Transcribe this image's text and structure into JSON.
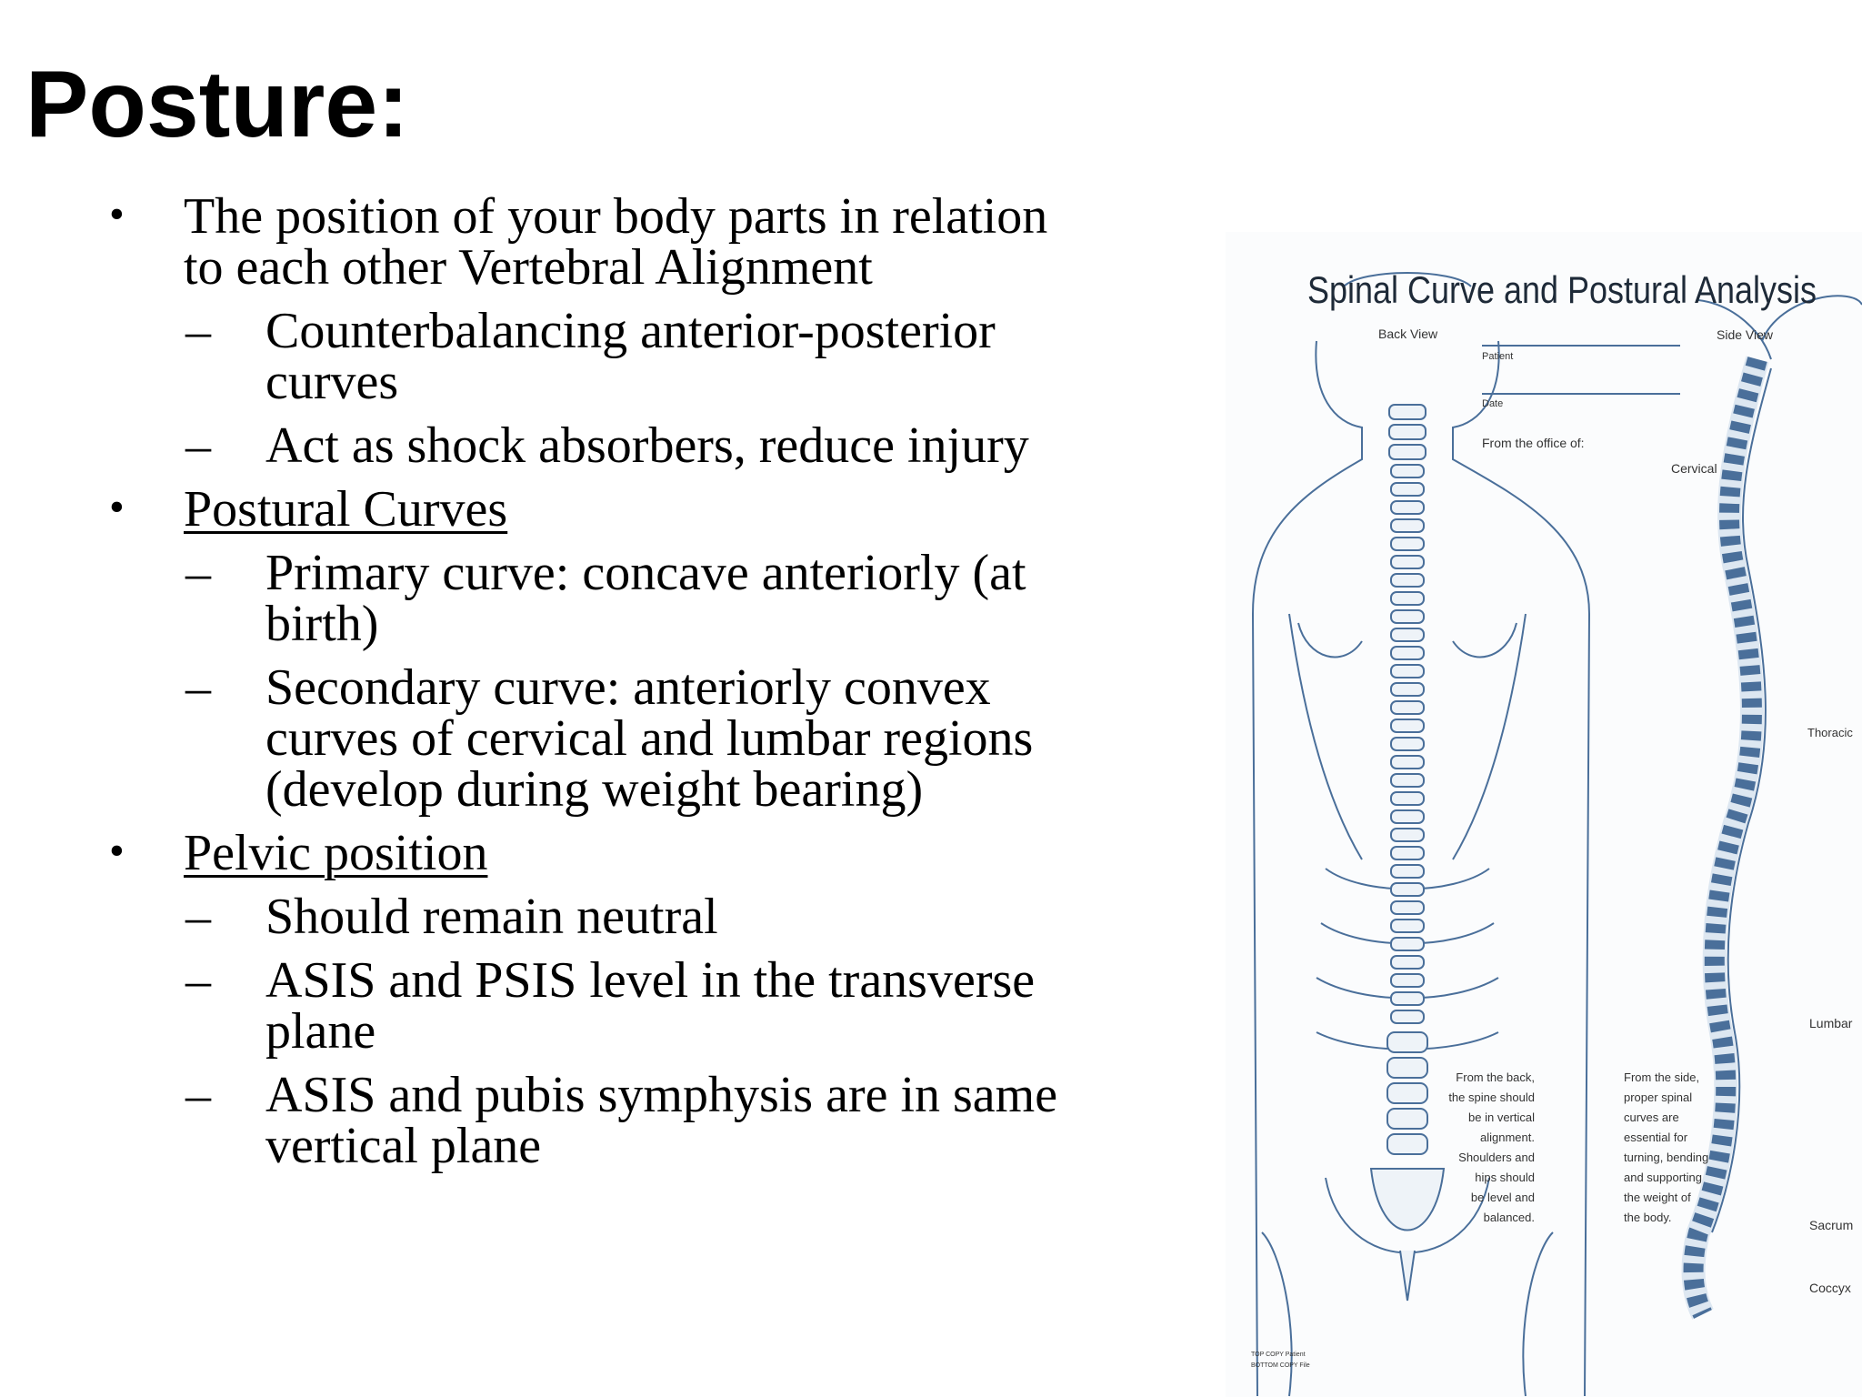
{
  "slide": {
    "title": "Posture:",
    "bullets": [
      {
        "text": "The position of your body parts in relation to each other Vertebral Alignment",
        "underline": false,
        "subs": [
          "Counterbalancing anterior-posterior curves",
          "Act as shock absorbers, reduce injury"
        ]
      },
      {
        "text": "Postural Curves",
        "underline": true,
        "subs": [
          "Primary curve: concave anteriorly (at birth)",
          "Secondary curve:  anteriorly convex curves of cervical and lumbar regions (develop during weight bearing)"
        ]
      },
      {
        "text": "Pelvic position",
        "underline": true,
        "subs": [
          "Should remain neutral",
          "ASIS and PSIS level in the transverse plane",
          "ASIS and pubis symphysis are in same vertical plane"
        ]
      }
    ],
    "bullet_glyph": "•",
    "dash_glyph": "–"
  },
  "figure": {
    "title": "Spinal Curve and Postural Analysis",
    "back_view_label": "Back View",
    "side_view_label": "Side View",
    "patient_label": "Patient",
    "date_label": "Date",
    "office_label": "From the office of:",
    "region_cervical": "Cervical",
    "region_thoracic": "Thoracic",
    "region_lumbar": "Lumbar",
    "region_sacrum": "Sacrum",
    "region_coccyx": "Coccyx",
    "back_note": [
      "From the back,",
      "the spine should",
      "be in vertical",
      "alignment.",
      "Shoulders and",
      "hips should",
      "be level and",
      "balanced."
    ],
    "side_note": [
      "From the side,",
      "proper spinal",
      "curves are",
      "essential for",
      "turning, bending",
      "and supporting",
      "the weight of",
      "the body."
    ],
    "copy_note": [
      "TOP COPY Patient",
      "BOTTOM COPY File"
    ],
    "line_color": "#4a6f9a"
  }
}
